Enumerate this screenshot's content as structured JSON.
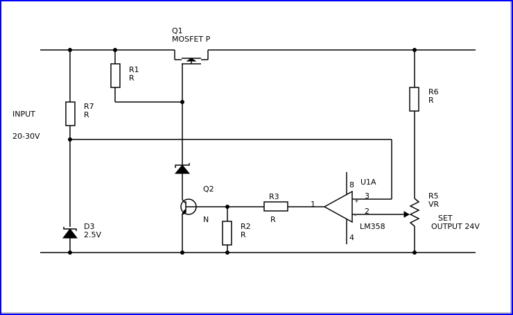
{
  "colors": {
    "border": "#0000ff",
    "ink": "#000000",
    "background": "#ffffff"
  },
  "input": {
    "label": "INPUT",
    "range": "20-30V"
  },
  "q1": {
    "ref": "Q1",
    "type": "MOSFET P"
  },
  "r1": {
    "ref": "R1",
    "value": "R"
  },
  "r7": {
    "ref": "R7",
    "value": "R"
  },
  "r6": {
    "ref": "R6",
    "value": "R"
  },
  "q2": {
    "ref": "Q2",
    "type": "N"
  },
  "r2": {
    "ref": "R2",
    "value": "R"
  },
  "r3": {
    "ref": "R3",
    "value": "R"
  },
  "d3": {
    "ref": "D3",
    "value": "2.5V"
  },
  "u1": {
    "ref": "U1A",
    "part": "LM358",
    "pins": {
      "out": "1",
      "minus": "2",
      "plus": "3",
      "gnd": "4",
      "vcc": "8"
    }
  },
  "r5": {
    "ref": "R5",
    "value": "VR"
  },
  "set_output": {
    "line1": "SET",
    "line2": "OUTPUT 24V"
  }
}
